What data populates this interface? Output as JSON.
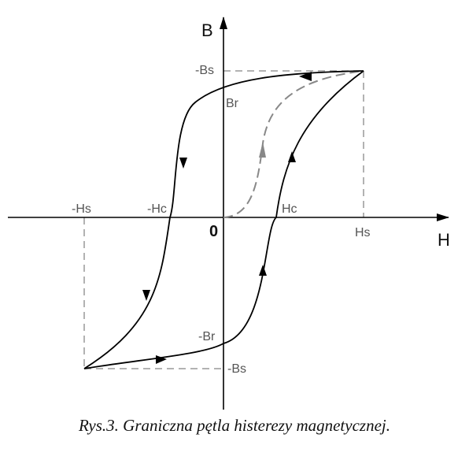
{
  "figure": {
    "axis_labels": {
      "h": "H",
      "b": "B",
      "origin": "0"
    },
    "points": {
      "hs_pos": "Hs",
      "hs_neg": "-Hs",
      "hc_pos": "Hc",
      "hc_neg": "-Hc",
      "br_pos": "Br",
      "br_neg": "-Br",
      "bs_top": "-Bs",
      "bs_bottom": "-Bs"
    },
    "colors": {
      "curve": "#000000",
      "axes": "#000000",
      "guides": "#999999",
      "initial_curve": "#888888",
      "label_text": "#555555"
    }
  },
  "caption": "Rys.3. Graniczna pętla histerezy magnetycznej."
}
